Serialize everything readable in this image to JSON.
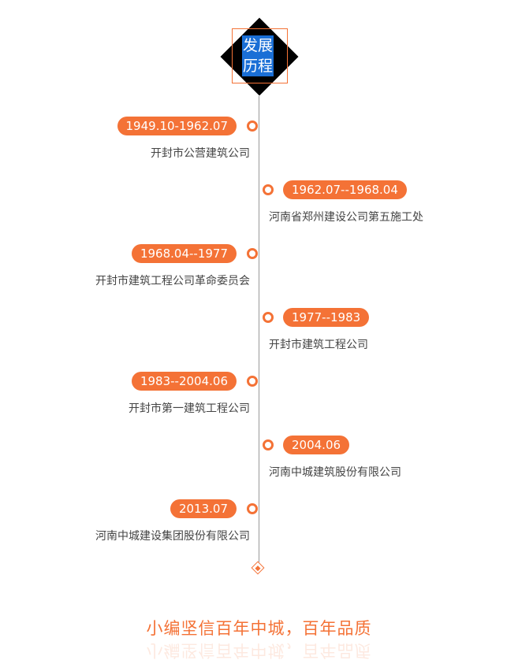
{
  "header": {
    "line1": "发展",
    "line2": "历程"
  },
  "timeline": [
    {
      "period": "1949.10-1962.07",
      "company": "开封市公营建筑公司",
      "side": "left"
    },
    {
      "period": "1962.07--1968.04",
      "company": "河南省郑州建设公司第五施工处",
      "side": "right"
    },
    {
      "period": "1968.04--1977",
      "company": "开封市建筑工程公司革命委员会",
      "side": "left"
    },
    {
      "period": "1977--1983",
      "company": "开封市建筑工程公司",
      "side": "right"
    },
    {
      "period": "1983--2004.06",
      "company": "开封市第一建筑工程公司",
      "side": "left"
    },
    {
      "period": "2004.06",
      "company": "河南中城建筑股份有限公司",
      "side": "right"
    },
    {
      "period": "2013.07",
      "company": "河南中城建设集团股份有限公司",
      "side": "left"
    }
  ],
  "slogan": "小编坚信百年中城，百年品质",
  "colors": {
    "accent": "#f47236",
    "title_bg": "#1a6fd6"
  }
}
